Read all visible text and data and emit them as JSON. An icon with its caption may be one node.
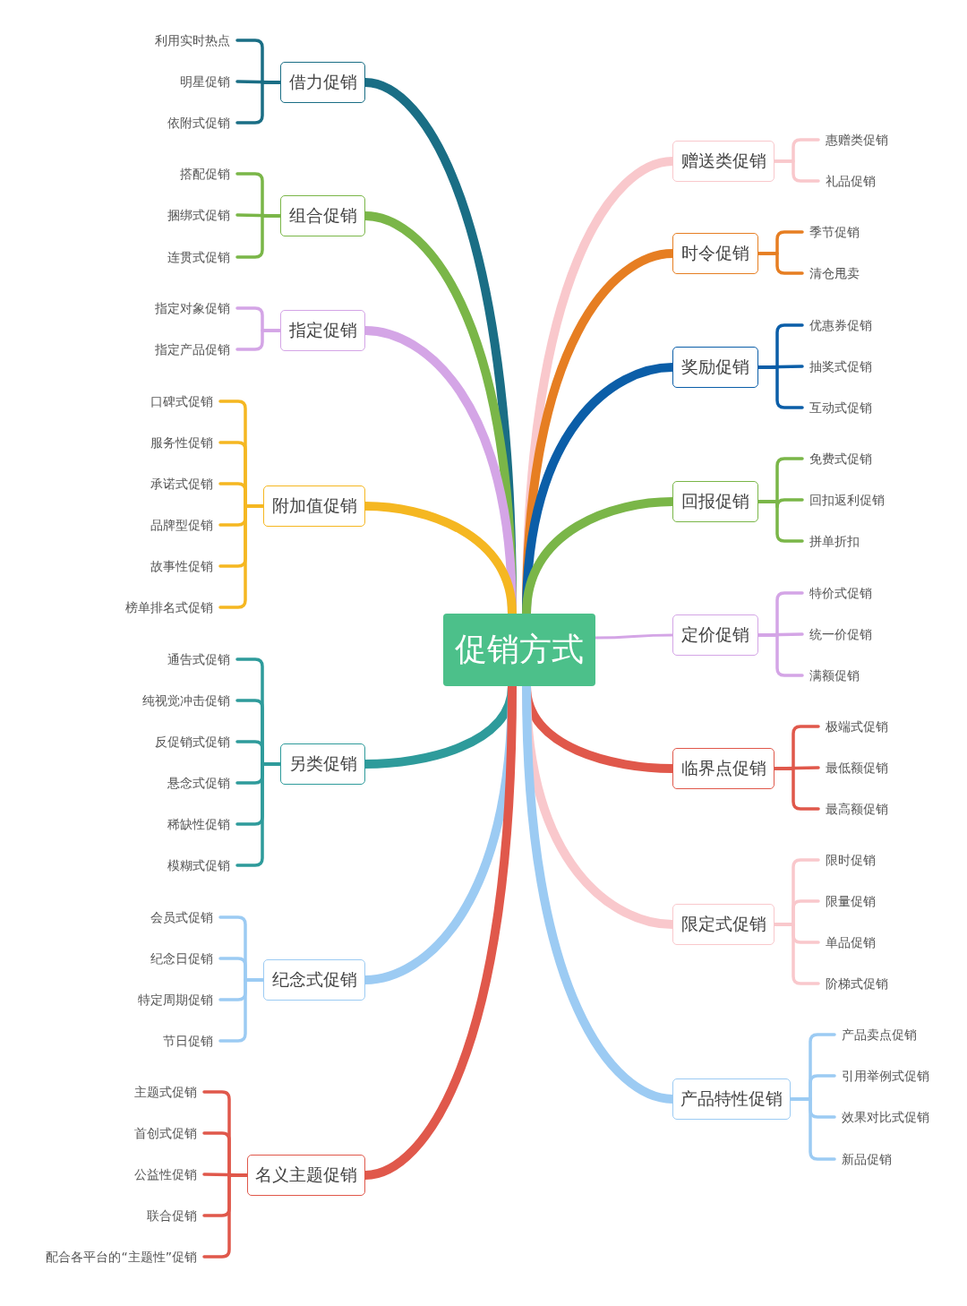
{
  "diagram": {
    "nodes": [
      {
        "text": [
          "促销方式"
        ]
      },
      {
        "text": [
          "借力促销"
        ]
      },
      {
        "text": [
          "利用实时热点"
        ]
      },
      {
        "text": [
          "明星促销"
        ]
      },
      {
        "text": [
          "依附式促销"
        ]
      },
      {
        "text": [
          "组合促销"
        ]
      },
      {
        "text": [
          "搭配促销"
        ]
      },
      {
        "text": [
          "捆绑式促销"
        ]
      },
      {
        "text": [
          "连贯式促销"
        ]
      },
      {
        "text": [
          "指定促销"
        ]
      },
      {
        "text": [
          "指定对象促销"
        ]
      },
      {
        "text": [
          "指定产品促销"
        ]
      },
      {
        "text": [
          "附加值促销"
        ]
      },
      {
        "text": [
          "口碑式促销"
        ]
      },
      {
        "text": [
          "服务性促销"
        ]
      },
      {
        "text": [
          "承诺式促销"
        ]
      },
      {
        "text": [
          "品牌型促销"
        ]
      },
      {
        "text": [
          "故事性促销"
        ]
      },
      {
        "text": [
          "榜单排名式促销"
        ]
      },
      {
        "text": [
          "另类促销"
        ]
      },
      {
        "text": [
          "通告式促销"
        ]
      },
      {
        "text": [
          "纯视觉冲击促销"
        ]
      },
      {
        "text": [
          "反促销式促销"
        ]
      },
      {
        "text": [
          "悬念式促销"
        ]
      },
      {
        "text": [
          "稀缺性促销"
        ]
      },
      {
        "text": [
          "模糊式促销"
        ]
      },
      {
        "text": [
          "纪念式促销"
        ]
      },
      {
        "text": [
          "会员式促销"
        ]
      },
      {
        "text": [
          "纪念日促销"
        ]
      },
      {
        "text": [
          "特定周期促销"
        ]
      },
      {
        "text": [
          "节日促销"
        ]
      },
      {
        "text": [
          "名义主题促销"
        ]
      },
      {
        "text": [
          "主题式促销"
        ]
      },
      {
        "text": [
          "首创式促销"
        ]
      },
      {
        "text": [
          "公益性促销"
        ]
      },
      {
        "text": [
          "联合促销"
        ]
      },
      {
        "text": [
          "配合各平台的“主题性”促销"
        ]
      },
      {
        "text": [
          "赠送类促销"
        ]
      },
      {
        "text": [
          "惠赠类促销"
        ]
      },
      {
        "text": [
          "礼品促销"
        ]
      },
      {
        "text": [
          "时令促销"
        ]
      },
      {
        "text": [
          "季节促销"
        ]
      },
      {
        "text": [
          "清仓甩卖"
        ]
      },
      {
        "text": [
          "奖励促销"
        ]
      },
      {
        "text": [
          "优惠券促销"
        ]
      },
      {
        "text": [
          "抽奖式促销"
        ]
      },
      {
        "text": [
          "互动式促销"
        ]
      },
      {
        "text": [
          "回报促销"
        ]
      },
      {
        "text": [
          "免费式促销"
        ]
      },
      {
        "text": [
          "回扣返利促销"
        ]
      },
      {
        "text": [
          "拼单折扣"
        ]
      },
      {
        "text": [
          "定价促销"
        ]
      },
      {
        "text": [
          "特价式促销"
        ]
      },
      {
        "text": [
          "统一价促销"
        ]
      },
      {
        "text": [
          "满额促销"
        ]
      },
      {
        "text": [
          "临界点促销"
        ]
      },
      {
        "text": [
          "极端式促销"
        ]
      },
      {
        "text": [
          "最低额促销"
        ]
      },
      {
        "text": [
          "最高额促销"
        ]
      },
      {
        "text": [
          "限定式促销"
        ]
      },
      {
        "text": [
          "限时促销"
        ]
      },
      {
        "text": [
          "限量促销"
        ]
      },
      {
        "text": [
          "单品促销"
        ]
      },
      {
        "text": [
          "阶梯式促销"
        ]
      },
      {
        "text": [
          "产品特性促销"
        ]
      },
      {
        "text": [
          "产品卖点促销"
        ]
      },
      {
        "text": [
          "引用举例式促销"
        ]
      },
      {
        "text": [
          "效果对比式促销"
        ]
      },
      {
        "text": [
          "新品促销"
        ]
      }
    ],
    "edges": [
      {
        "from": 0,
        "to": 1,
        "arrow": "none",
        "style": "thick",
        "color": "#1a6e85"
      },
      {
        "from": 1,
        "to": 2,
        "arrow": "none",
        "color": "#1a6e85"
      },
      {
        "from": 1,
        "to": 3,
        "arrow": "none",
        "color": "#1a6e85"
      },
      {
        "from": 1,
        "to": 4,
        "arrow": "none",
        "color": "#1a6e85"
      },
      {
        "from": 0,
        "to": 5,
        "arrow": "none",
        "style": "thick",
        "color": "#7ab648"
      },
      {
        "from": 5,
        "to": 6,
        "arrow": "none",
        "color": "#7ab648"
      },
      {
        "from": 5,
        "to": 7,
        "arrow": "none",
        "color": "#7ab648"
      },
      {
        "from": 5,
        "to": 8,
        "arrow": "none",
        "color": "#7ab648"
      },
      {
        "from": 0,
        "to": 9,
        "arrow": "none",
        "style": "thick",
        "color": "#d4a5e6"
      },
      {
        "from": 9,
        "to": 10,
        "arrow": "none",
        "color": "#d4a5e6"
      },
      {
        "from": 9,
        "to": 11,
        "arrow": "none",
        "color": "#d4a5e6"
      },
      {
        "from": 0,
        "to": 12,
        "arrow": "none",
        "style": "thick",
        "color": "#f5b721"
      },
      {
        "from": 12,
        "to": 13,
        "arrow": "none",
        "color": "#f5b721"
      },
      {
        "from": 12,
        "to": 14,
        "arrow": "none",
        "color": "#f5b721"
      },
      {
        "from": 12,
        "to": 15,
        "arrow": "none",
        "color": "#f5b721"
      },
      {
        "from": 12,
        "to": 16,
        "arrow": "none",
        "color": "#f5b721"
      },
      {
        "from": 12,
        "to": 17,
        "arrow": "none",
        "color": "#f5b721"
      },
      {
        "from": 12,
        "to": 18,
        "arrow": "none",
        "color": "#f5b721"
      },
      {
        "from": 0,
        "to": 19,
        "arrow": "none",
        "style": "thick",
        "color": "#2e9b9b"
      },
      {
        "from": 19,
        "to": 20,
        "arrow": "none",
        "color": "#2e9b9b"
      },
      {
        "from": 19,
        "to": 21,
        "arrow": "none",
        "color": "#2e9b9b"
      },
      {
        "from": 19,
        "to": 22,
        "arrow": "none",
        "color": "#2e9b9b"
      },
      {
        "from": 19,
        "to": 23,
        "arrow": "none",
        "color": "#2e9b9b"
      },
      {
        "from": 19,
        "to": 24,
        "arrow": "none",
        "color": "#2e9b9b"
      },
      {
        "from": 19,
        "to": 25,
        "arrow": "none",
        "color": "#2e9b9b"
      },
      {
        "from": 0,
        "to": 26,
        "arrow": "none",
        "style": "thick",
        "color": "#9ccbf3"
      },
      {
        "from": 26,
        "to": 27,
        "arrow": "none",
        "color": "#9ccbf3"
      },
      {
        "from": 26,
        "to": 28,
        "arrow": "none",
        "color": "#9ccbf3"
      },
      {
        "from": 26,
        "to": 29,
        "arrow": "none",
        "color": "#9ccbf3"
      },
      {
        "from": 26,
        "to": 30,
        "arrow": "none",
        "color": "#9ccbf3"
      },
      {
        "from": 0,
        "to": 31,
        "arrow": "none",
        "style": "thick",
        "color": "#e0584b"
      },
      {
        "from": 31,
        "to": 32,
        "arrow": "none",
        "color": "#e0584b"
      },
      {
        "from": 31,
        "to": 33,
        "arrow": "none",
        "color": "#e0584b"
      },
      {
        "from": 31,
        "to": 34,
        "arrow": "none",
        "color": "#e0584b"
      },
      {
        "from": 31,
        "to": 35,
        "arrow": "none",
        "color": "#e0584b"
      },
      {
        "from": 31,
        "to": 36,
        "arrow": "none",
        "color": "#e0584b"
      },
      {
        "from": 0,
        "to": 37,
        "arrow": "none",
        "style": "thick",
        "color": "#f9c8cc"
      },
      {
        "from": 37,
        "to": 38,
        "arrow": "none",
        "color": "#f9c8cc"
      },
      {
        "from": 37,
        "to": 39,
        "arrow": "none",
        "color": "#f9c8cc"
      },
      {
        "from": 0,
        "to": 40,
        "arrow": "none",
        "style": "thick",
        "color": "#e67e22"
      },
      {
        "from": 40,
        "to": 41,
        "arrow": "none",
        "color": "#e67e22"
      },
      {
        "from": 40,
        "to": 42,
        "arrow": "none",
        "color": "#e67e22"
      },
      {
        "from": 0,
        "to": 43,
        "arrow": "none",
        "style": "thick",
        "color": "#0b5ea8"
      },
      {
        "from": 43,
        "to": 44,
        "arrow": "none",
        "color": "#0b5ea8"
      },
      {
        "from": 43,
        "to": 45,
        "arrow": "none",
        "color": "#0b5ea8"
      },
      {
        "from": 43,
        "to": 46,
        "arrow": "none",
        "color": "#0b5ea8"
      },
      {
        "from": 0,
        "to": 47,
        "arrow": "none",
        "style": "thick",
        "color": "#7ab648"
      },
      {
        "from": 47,
        "to": 48,
        "arrow": "none",
        "color": "#7ab648"
      },
      {
        "from": 47,
        "to": 49,
        "arrow": "none",
        "color": "#7ab648"
      },
      {
        "from": 47,
        "to": 50,
        "arrow": "none",
        "color": "#7ab648"
      },
      {
        "from": 0,
        "to": 51,
        "arrow": "none",
        "color": "#d4a5e6"
      },
      {
        "from": 51,
        "to": 52,
        "arrow": "none",
        "color": "#d4a5e6"
      },
      {
        "from": 51,
        "to": 53,
        "arrow": "none",
        "color": "#d4a5e6"
      },
      {
        "from": 51,
        "to": 54,
        "arrow": "none",
        "color": "#d4a5e6"
      },
      {
        "from": 0,
        "to": 55,
        "arrow": "none",
        "style": "thick",
        "color": "#e0584b"
      },
      {
        "from": 55,
        "to": 56,
        "arrow": "none",
        "color": "#e0584b"
      },
      {
        "from": 55,
        "to": 57,
        "arrow": "none",
        "color": "#e0584b"
      },
      {
        "from": 55,
        "to": 58,
        "arrow": "none",
        "color": "#e0584b"
      },
      {
        "from": 0,
        "to": 59,
        "arrow": "none",
        "style": "thick",
        "color": "#f9c8cc"
      },
      {
        "from": 59,
        "to": 60,
        "arrow": "none",
        "color": "#f9c8cc"
      },
      {
        "from": 59,
        "to": 61,
        "arrow": "none",
        "color": "#f9c8cc"
      },
      {
        "from": 59,
        "to": 62,
        "arrow": "none",
        "color": "#f9c8cc"
      },
      {
        "from": 59,
        "to": 63,
        "arrow": "none",
        "color": "#f9c8cc"
      },
      {
        "from": 0,
        "to": 64,
        "arrow": "none",
        "style": "thick",
        "color": "#9ccbf3"
      },
      {
        "from": 64,
        "to": 65,
        "arrow": "none",
        "color": "#9ccbf3"
      },
      {
        "from": 64,
        "to": 66,
        "arrow": "none",
        "color": "#9ccbf3"
      },
      {
        "from": 64,
        "to": 67,
        "arrow": "none",
        "color": "#9ccbf3"
      },
      {
        "from": 64,
        "to": 68,
        "arrow": "none",
        "color": "#9ccbf3"
      }
    ]
  }
}
